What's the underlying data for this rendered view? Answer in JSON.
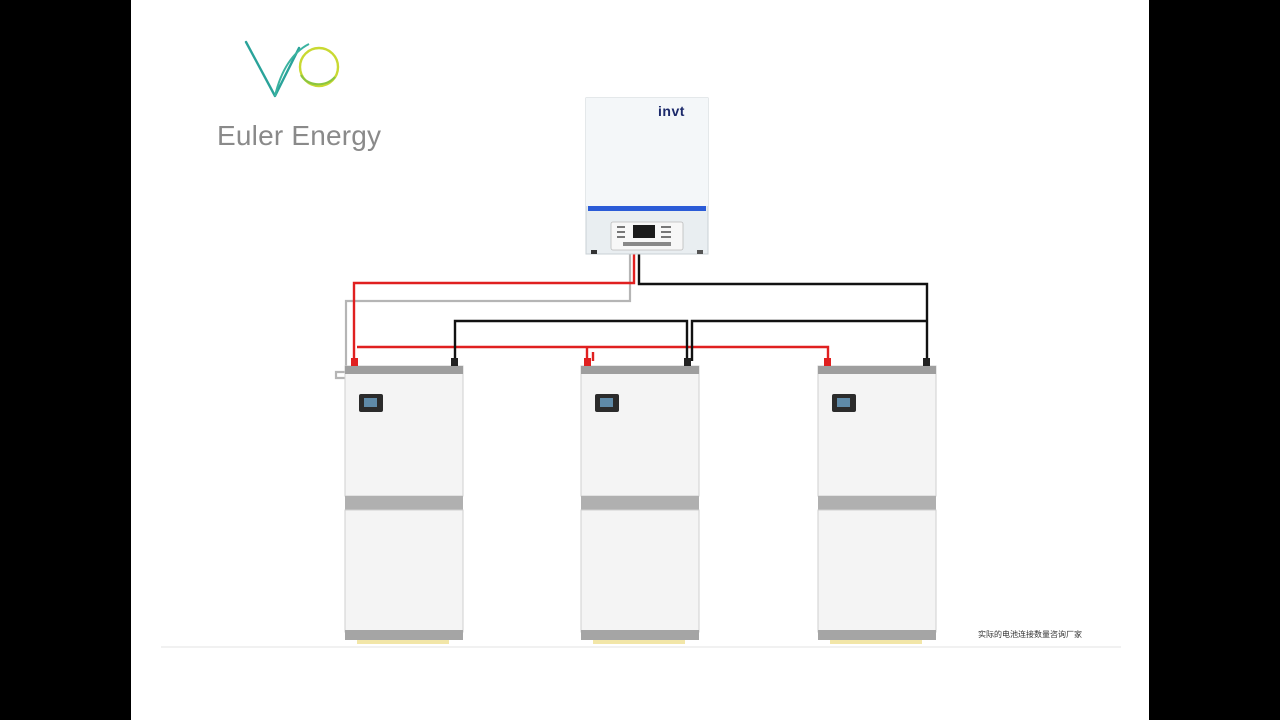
{
  "brand": {
    "logo": "vo-leaf-logo",
    "name": "Euler Energy"
  },
  "inverter": {
    "brand_label": "invt"
  },
  "batteries": [
    {
      "id": "battery-stack-1",
      "modules": 2
    },
    {
      "id": "battery-stack-2",
      "modules": 2
    },
    {
      "id": "battery-stack-3",
      "modules": 2
    }
  ],
  "wiring": {
    "positive_color": "#e02020",
    "negative_color": "#111111",
    "communication_color": "#b5b5b5"
  },
  "note": "实际的电池连接数量咨询厂家"
}
